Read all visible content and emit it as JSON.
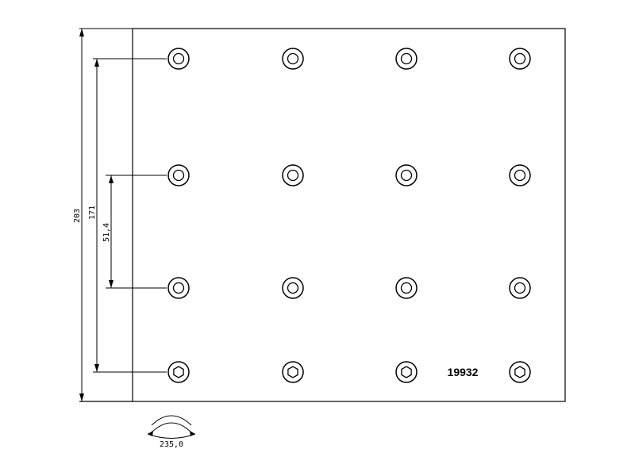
{
  "drawing": {
    "part_number": "19932",
    "dimensions": {
      "overall_height": "203",
      "outer_hole_spacing": "171",
      "inner_hole_spacing": "51,4",
      "arc_width": "235,0"
    },
    "hole_grid": {
      "rows": 4,
      "columns": 4
    }
  }
}
